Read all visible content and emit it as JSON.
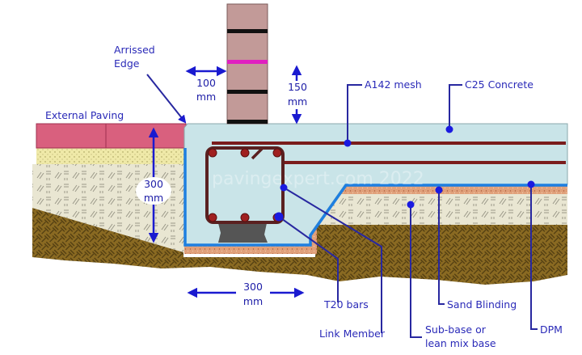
{
  "title": "Edge detail: reinforced concrete slab with thickened edge",
  "labels": {
    "arrissed_edge_1": "Arrissed",
    "arrissed_edge_2": "Edge",
    "external_paving": "External Paving",
    "a142_mesh": "A142 mesh",
    "c25_concrete": "C25 Concrete",
    "t20_bars": "T20 bars",
    "link_member": "Link Member",
    "sub_base_1": "Sub-base or",
    "sub_base_2": "lean mix base",
    "sand_blinding": "Sand Blinding",
    "dpm": "DPM"
  },
  "dimensions": {
    "wall_offset": {
      "value": "100",
      "unit": "mm"
    },
    "slab_thickness": {
      "value": "150",
      "unit": "mm"
    },
    "edge_depth": {
      "value": "300",
      "unit": "mm"
    },
    "edge_width": {
      "value": "300",
      "unit": "mm"
    }
  },
  "watermark": "pavingexpert.com 2022",
  "colors": {
    "concrete": "#c9e4e8",
    "dpm": "#1e7fe0",
    "sand_blinding": "#e0a07a",
    "sub_base": "#e9e6d2",
    "ground": "#8a6a22",
    "paving": "#d9607e",
    "bedding": "#efe9a8",
    "rebar": "#7a1c1c",
    "brick": "#c29a98",
    "label": "#2a2ab8"
  }
}
